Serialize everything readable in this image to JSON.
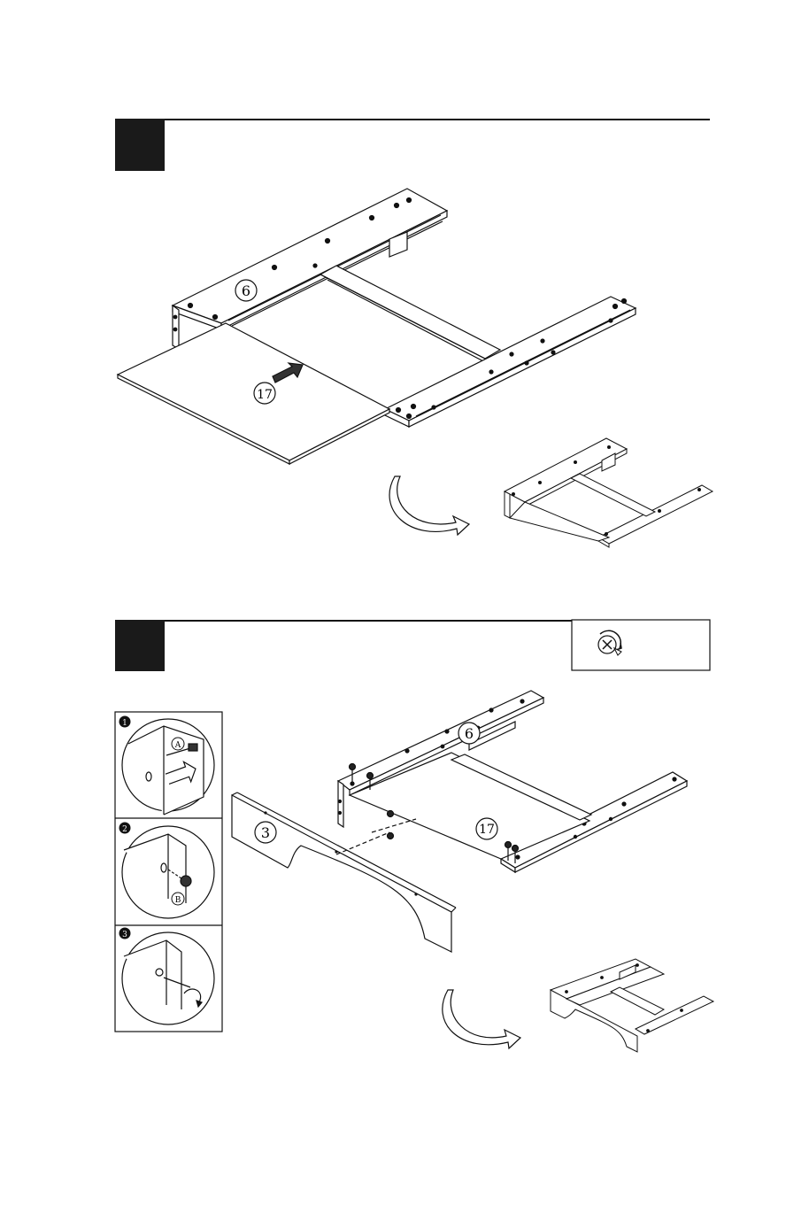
{
  "steps": [
    {
      "parts": {
        "rail": "6",
        "panel": "17"
      },
      "tool_icon": null
    },
    {
      "parts": {
        "rail": "6",
        "panel": "17",
        "front": "3"
      },
      "tool_icon": "cam-lock-screwdriver-icon",
      "detail_steps": [
        {
          "number": "1",
          "callout": "A"
        },
        {
          "number": "2",
          "callout": "B"
        },
        {
          "number": "3",
          "callout": ""
        }
      ]
    }
  ],
  "colors": {
    "ink": "#111111",
    "fill": "#ffffff",
    "tab": "#1a1a1a"
  }
}
